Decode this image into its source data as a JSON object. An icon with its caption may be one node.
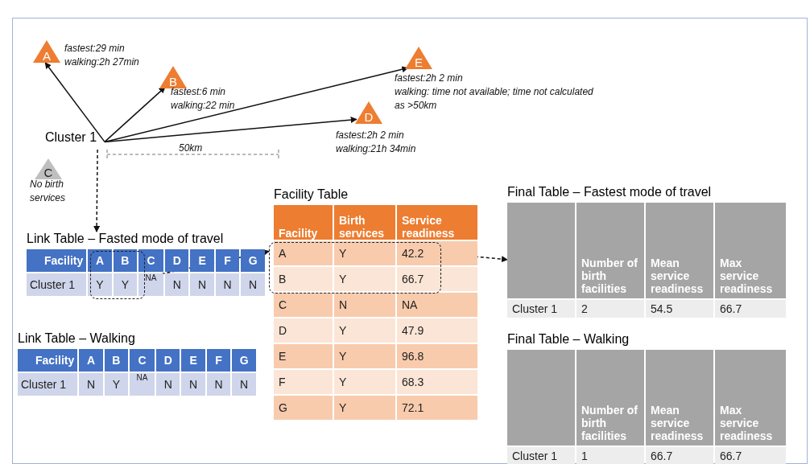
{
  "diagram": {
    "nodes": [
      {
        "text": [
          "Cluster 1"
        ]
      },
      {
        "text": [
          "A"
        ],
        "beside": [
          "fastest:29 min",
          "walking:2h 27min"
        ]
      },
      {
        "text": [
          "B"
        ],
        "beside": [
          "fastest:6 min",
          "walking:22 min"
        ]
      },
      {
        "text": [
          "E"
        ],
        "beside": [
          "fastest:2h 2 min",
          "walking: time not available; time not calculated as >50km"
        ]
      },
      {
        "text": [
          "D"
        ],
        "beside": [
          "fastest:2h 2 min",
          "walking:21h 34min"
        ]
      },
      {
        "text": [
          "C"
        ],
        "beside": [
          "No birth services"
        ]
      },
      {
        "text": [
          "Link Table – Fasted mode of travel"
        ]
      },
      {
        "text": [],
        "shape": "box",
        "in": 6
      },
      {
        "text": [
          "Facility Table"
        ]
      },
      {
        "text": [],
        "shape": "box",
        "in": 8
      },
      {
        "text": [
          "Final Table – Fastest mode of travel"
        ]
      },
      {
        "text": [
          "Link Table – Walking"
        ]
      },
      {
        "text": [
          "Final Table – Walking"
        ]
      }
    ],
    "edges": [
      {
        "from": 0,
        "to": 1,
        "arrow": "to"
      },
      {
        "from": 0,
        "to": 2,
        "arrow": "to"
      },
      {
        "from": 0,
        "to": 3,
        "arrow": "to"
      },
      {
        "from": 0,
        "to": 4,
        "arrow": "to"
      },
      {
        "from": 0,
        "to": 6,
        "arrow": "to",
        "style": "dashed"
      },
      {
        "from": 7,
        "to": 9,
        "arrow": "to",
        "style": "dashed"
      },
      {
        "from": 9,
        "to": 10,
        "arrow": "to",
        "style": "dashed"
      }
    ],
    "labels": [
      "50km",
      "Facility",
      "A",
      "B",
      "C",
      "D",
      "E",
      "F",
      "G",
      "Cluster 1",
      "Y",
      "Y",
      "NA",
      "N",
      "N",
      "N",
      "N",
      "Facility",
      "Birth services",
      "Service readiness",
      "A",
      "Y",
      "42.2",
      "B",
      "Y",
      "66.7",
      "C",
      "N",
      "NA",
      "D",
      "Y",
      "47.9",
      "E",
      "Y",
      "96.8",
      "F",
      "Y",
      "68.3",
      "G",
      "Y",
      "72.1",
      "Number of birth facilities",
      "Mean service readiness",
      "Max service readiness",
      "Cluster 1",
      "2",
      "54.5",
      "66.7",
      "Facility",
      "A",
      "B",
      "C",
      "D",
      "E",
      "F",
      "G",
      "Cluster 1",
      "N",
      "Y",
      "NA",
      "N",
      "N",
      "N",
      "N",
      "Number of birth facilities",
      "Mean service readiness",
      "Max service readiness",
      "Cluster 1",
      "1",
      "66.7",
      "66.7"
    ]
  }
}
